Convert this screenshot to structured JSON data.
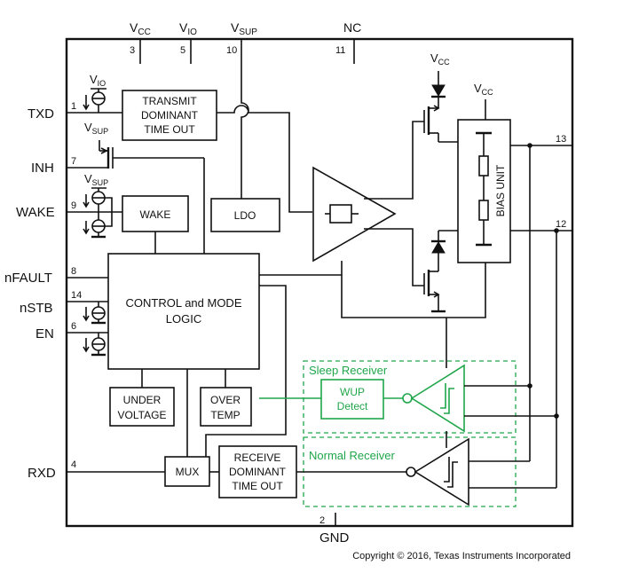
{
  "top_pins": [
    {
      "name": "V",
      "sub": "CC",
      "num": "3"
    },
    {
      "name": "V",
      "sub": "IO",
      "num": "5"
    },
    {
      "name": "V",
      "sub": "SUP",
      "num": "10"
    },
    {
      "name": "NC",
      "sub": "",
      "num": "11"
    }
  ],
  "left_pins": [
    {
      "name": "TXD",
      "num": "1"
    },
    {
      "name": "INH",
      "num": "7"
    },
    {
      "name": "WAKE",
      "num": "9"
    },
    {
      "name": "nFAULT",
      "num": "8"
    },
    {
      "name": "nSTB",
      "num": "14"
    },
    {
      "name": "EN",
      "num": "6"
    },
    {
      "name": "RXD",
      "num": "4"
    }
  ],
  "right_pins": [
    {
      "num": "13"
    },
    {
      "num": "12"
    }
  ],
  "bottom_pin": {
    "name": "GND",
    "num": "2"
  },
  "blocks": {
    "transmit_timeout": [
      "TRANSMIT",
      "DOMINANT",
      "TIME OUT"
    ],
    "wake": "WAKE",
    "ldo": "LDO",
    "control_logic": [
      "CONTROL and MODE",
      "LOGIC"
    ],
    "under_voltage": [
      "UNDER",
      "VOLTAGE"
    ],
    "over_temp": [
      "OVER",
      "TEMP"
    ],
    "mux": "MUX",
    "receive_timeout": [
      "RECEIVE",
      "DOMINANT",
      "TIME OUT"
    ],
    "wup_detect": [
      "WUP",
      "Detect"
    ],
    "bias_unit": "BIAS UNIT"
  },
  "supply_labels": {
    "vio": {
      "name": "V",
      "sub": "IO"
    },
    "vsup_a": {
      "name": "V",
      "sub": "SUP"
    },
    "vsup_b": {
      "name": "V",
      "sub": "SUP"
    },
    "vcc_driver": {
      "name": "V",
      "sub": "CC"
    },
    "vcc_bias": {
      "name": "V",
      "sub": "CC"
    }
  },
  "receivers": {
    "sleep": "Sleep Receiver",
    "normal": "Normal Receiver"
  },
  "copyright": "Copyright © 2016, Texas Instruments Incorporated",
  "colors": {
    "line": "#111111",
    "receiver": "#1fa64a",
    "background": "#ffffff"
  }
}
